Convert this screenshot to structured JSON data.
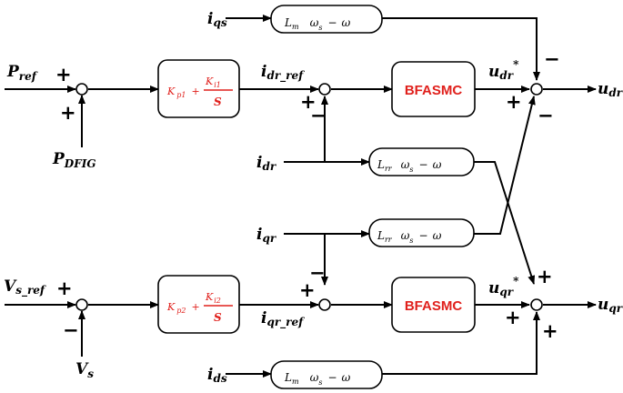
{
  "signals": {
    "iqs": {
      "main": "i",
      "sub": "qs"
    },
    "pref": {
      "main": "P",
      "sub": "ref"
    },
    "pdfig": {
      "main": "P",
      "sub": "DFIG"
    },
    "idr_ref": {
      "main": "i",
      "sub": "dr_ref"
    },
    "udr_star": {
      "main": "u",
      "sub": "dr",
      "sup": "*"
    },
    "udr": {
      "main": "u",
      "sub": "dr"
    },
    "idr": {
      "main": "i",
      "sub": "dr"
    },
    "iqr": {
      "main": "i",
      "sub": "qr"
    },
    "vsref": {
      "main": "V",
      "sub": "s_ref"
    },
    "vs": {
      "main": "V",
      "sub": "s"
    },
    "iqr_ref": {
      "main": "i",
      "sub": "qr_ref"
    },
    "uqr_star": {
      "main": "u",
      "sub": "qr",
      "sup": "*"
    },
    "uqr": {
      "main": "u",
      "sub": "qr"
    },
    "ids": {
      "main": "i",
      "sub": "ds"
    }
  },
  "blocks": {
    "lm_top": {
      "L": "L",
      "Lsub": "m",
      "omega": "ω",
      "osub": "s",
      "minus": "−",
      "omega2": "ω"
    },
    "lrr_1": {
      "L": "L",
      "Lsub": "rr",
      "omega": "ω",
      "osub": "s",
      "minus": "−",
      "omega2": "ω"
    },
    "lrr_2": {
      "L": "L",
      "Lsub": "rr",
      "omega": "ω",
      "osub": "s",
      "minus": "−",
      "omega2": "ω"
    },
    "lm_bottom": {
      "L": "L",
      "Lsub": "m",
      "omega": "ω",
      "osub": "s",
      "minus": "−",
      "omega2": "ω"
    },
    "pi1": {
      "K": "K",
      "psub": "p1",
      "plus": "+",
      "Ki": "K",
      "isub": "i1",
      "S": "S"
    },
    "pi2": {
      "K": "K",
      "psub": "p2",
      "plus": "+",
      "Ki": "K",
      "isub": "i2",
      "S": "S"
    },
    "ctrl1": "BFASMC",
    "ctrl2": "BFASMC"
  },
  "signs": {
    "s1_pref": "+",
    "s1_pdfig": "+",
    "s2_idrref": "+",
    "s2_idr": "−",
    "s3_lm": "−",
    "s3_udr": "+",
    "s3_cross": "−",
    "s4_vsref": "+",
    "s4_vs": "−",
    "s5_iqrref": "+",
    "s5_iqr": "−",
    "s6_cross": "+",
    "s6_uqr": "+",
    "s6_lm": "+"
  },
  "colors": {
    "accent": "#e0201c",
    "line": "#000000"
  }
}
